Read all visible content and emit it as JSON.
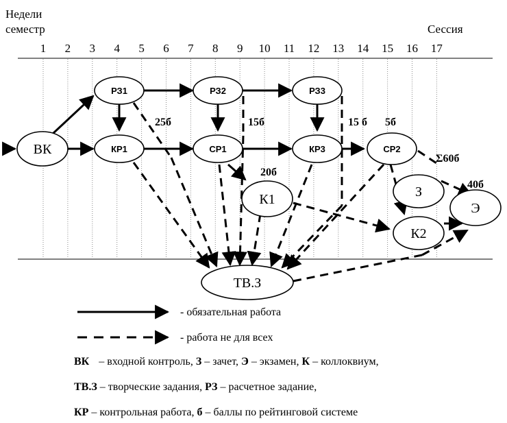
{
  "header": {
    "weeks_label": "Недели",
    "semester_label": "семестр",
    "session_label": "Сессия",
    "week_numbers": [
      "1",
      "2",
      "3",
      "4",
      "5",
      "6",
      "7",
      "8",
      "9",
      "10",
      "11",
      "12",
      "13",
      "14",
      "15",
      "16",
      "17"
    ]
  },
  "nodes": {
    "vk": "ВК",
    "rz1": "РЗ1",
    "rz2": "РЗ2",
    "rz3": "РЗ3",
    "kr1": "КР1",
    "sr1": "СР1",
    "kr3": "КР3",
    "sr2": "СР2",
    "k1": "К1",
    "z": "З",
    "k2": "К2",
    "e": "Э",
    "tvz": "ТВ.З"
  },
  "scores": {
    "s25": "25б",
    "s15a": "15б",
    "s15b": "15 б",
    "s5": "5б",
    "s20": "20б",
    "s60": "Σ60б",
    "s40": "40б"
  },
  "legend": {
    "solid": "- обязательная работа",
    "dashed": "- работа не для всех"
  },
  "notes": [
    {
      "abbr": "ВК",
      "text": "– входной контроль, ",
      "abbr2": "З",
      "text2": " – зачет, ",
      "abbr3": "Э",
      "text3": " – экзамен, ",
      "abbr4": "К",
      "text4": " – коллоквиум,"
    },
    {
      "abbr": "ТВ.З",
      "text": " – творческие задания, ",
      "abbr2": "РЗ",
      "text2": " – расчетное задание,"
    },
    {
      "abbr": "КР",
      "text": " – контрольная работа, ",
      "abbr2": "б",
      "text2": " – баллы по рейтинговой системе"
    }
  ]
}
